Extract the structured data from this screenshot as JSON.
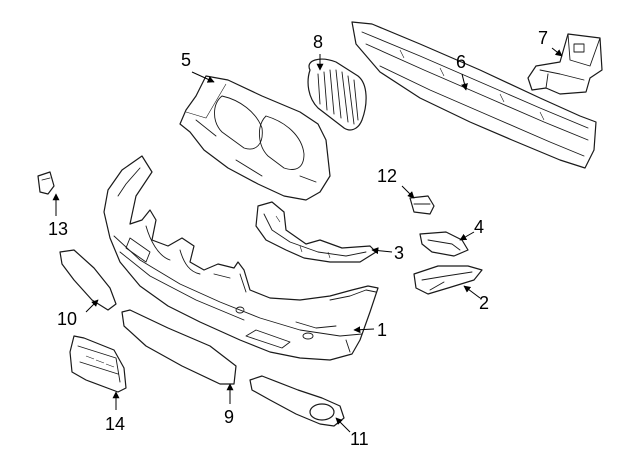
{
  "callouts": [
    {
      "id": "1",
      "label": "1"
    },
    {
      "id": "2",
      "label": "2"
    },
    {
      "id": "3",
      "label": "3"
    },
    {
      "id": "4",
      "label": "4"
    },
    {
      "id": "5",
      "label": "5"
    },
    {
      "id": "6",
      "label": "6"
    },
    {
      "id": "7",
      "label": "7"
    },
    {
      "id": "8",
      "label": "8"
    },
    {
      "id": "9",
      "label": "9"
    },
    {
      "id": "10",
      "label": "10"
    },
    {
      "id": "11",
      "label": "11"
    },
    {
      "id": "12",
      "label": "12"
    },
    {
      "id": "13",
      "label": "13"
    },
    {
      "id": "14",
      "label": "14"
    }
  ],
  "colors": {
    "line": "#1a1a1a",
    "background": "#ffffff"
  }
}
